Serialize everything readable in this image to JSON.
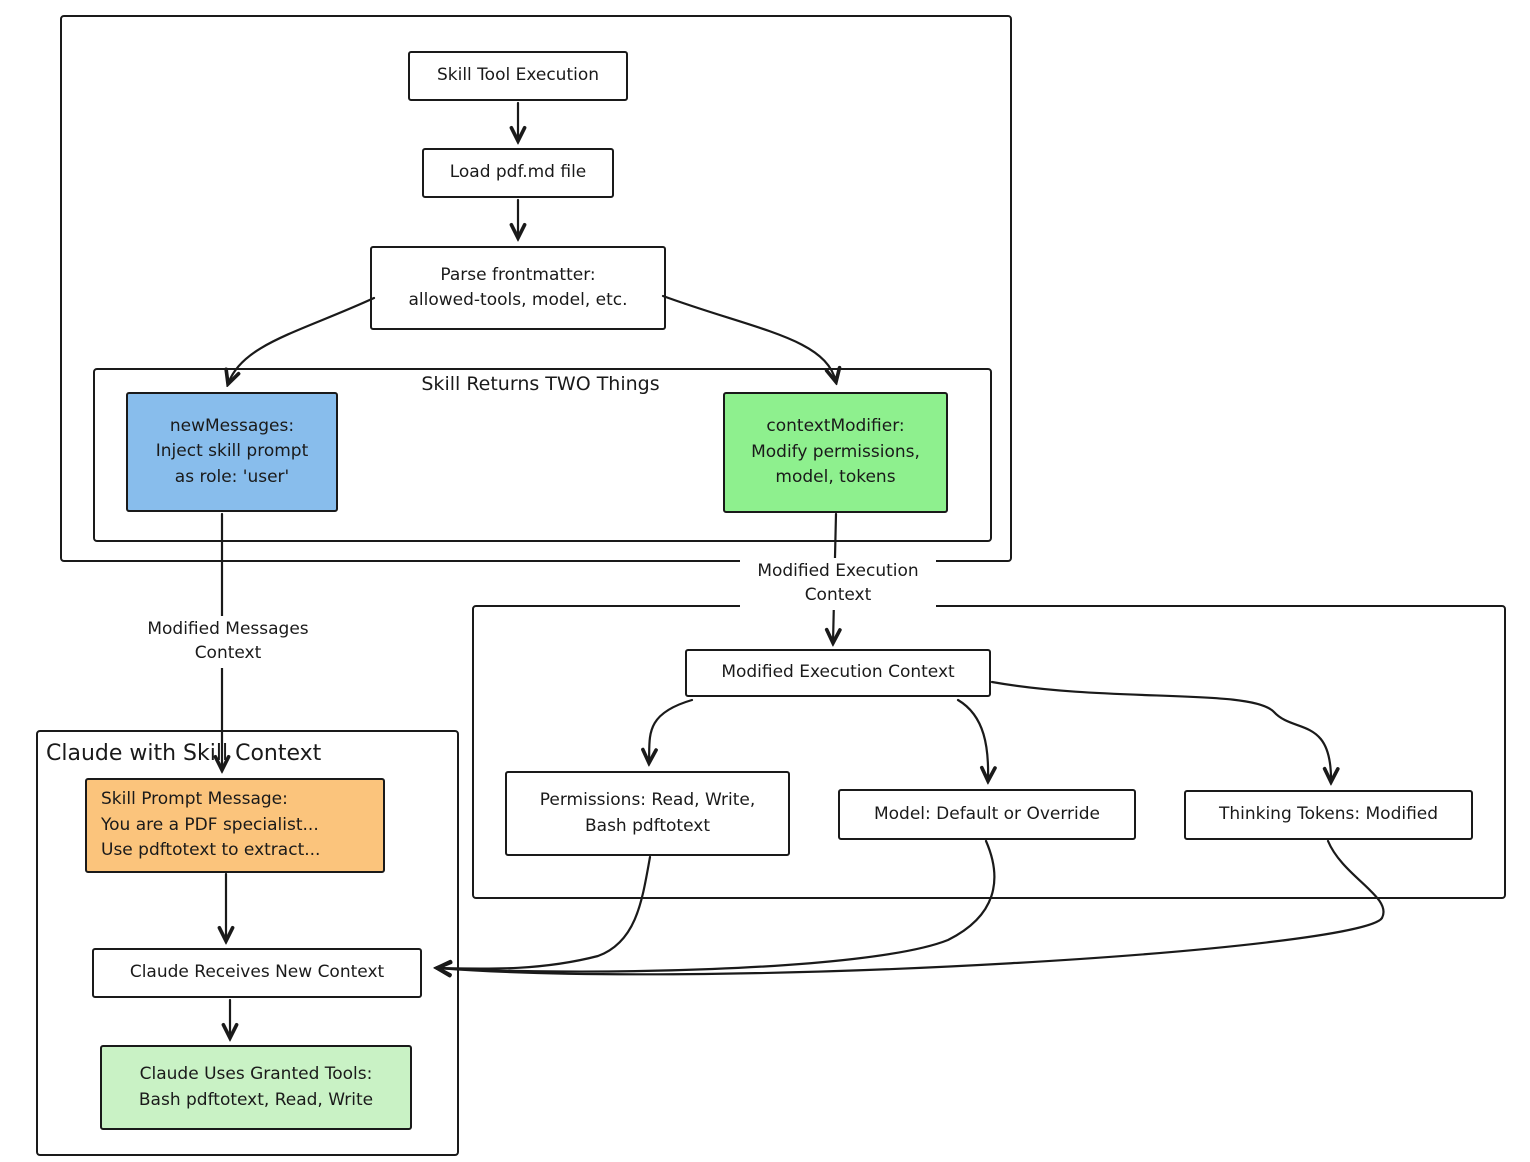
{
  "diagram": {
    "background": "#ffffff",
    "stroke_color": "#1a1a1a",
    "nodes": {
      "skill_tool_execution": {
        "label": "Skill Tool Execution",
        "fill": "#ffffff"
      },
      "load_pdf": {
        "label": "Load pdf.md file",
        "fill": "#ffffff"
      },
      "parse_frontmatter": {
        "label": "Parse frontmatter:\nallowed-tools, model, etc.",
        "fill": "#ffffff"
      },
      "new_messages": {
        "label": "newMessages:\nInject skill prompt\nas role: 'user'",
        "fill": "#88bdec"
      },
      "context_modifier": {
        "label": "contextModifier:\nModify permissions,\nmodel, tokens",
        "fill": "#8ef08e"
      },
      "modified_execution_context": {
        "label": "Modified Execution Context",
        "fill": "#ffffff"
      },
      "permissions": {
        "label": "Permissions: Read, Write,\nBash pdftotext",
        "fill": "#ffffff"
      },
      "model": {
        "label": "Model: Default or Override",
        "fill": "#ffffff"
      },
      "thinking_tokens": {
        "label": "Thinking Tokens: Modified",
        "fill": "#ffffff"
      },
      "skill_prompt": {
        "label": "Skill Prompt Message:\nYou are a PDF specialist...\nUse pdftotext to extract...",
        "fill": "#fbc47c"
      },
      "claude_receives": {
        "label": "Claude Receives New Context",
        "fill": "#ffffff"
      },
      "claude_uses": {
        "label": "Claude Uses Granted Tools:\nBash pdftotext, Read, Write",
        "fill": "#c9f2c5"
      }
    },
    "containers": {
      "skill_returns": {
        "title": "Skill Returns TWO Things"
      },
      "claude_with_skill": {
        "title": "Claude with Skill Context"
      }
    },
    "edge_labels": {
      "modified_messages": {
        "label": "Modified Messages\nContext"
      },
      "modified_execution": {
        "label": "Modified Execution\nContext"
      }
    }
  }
}
